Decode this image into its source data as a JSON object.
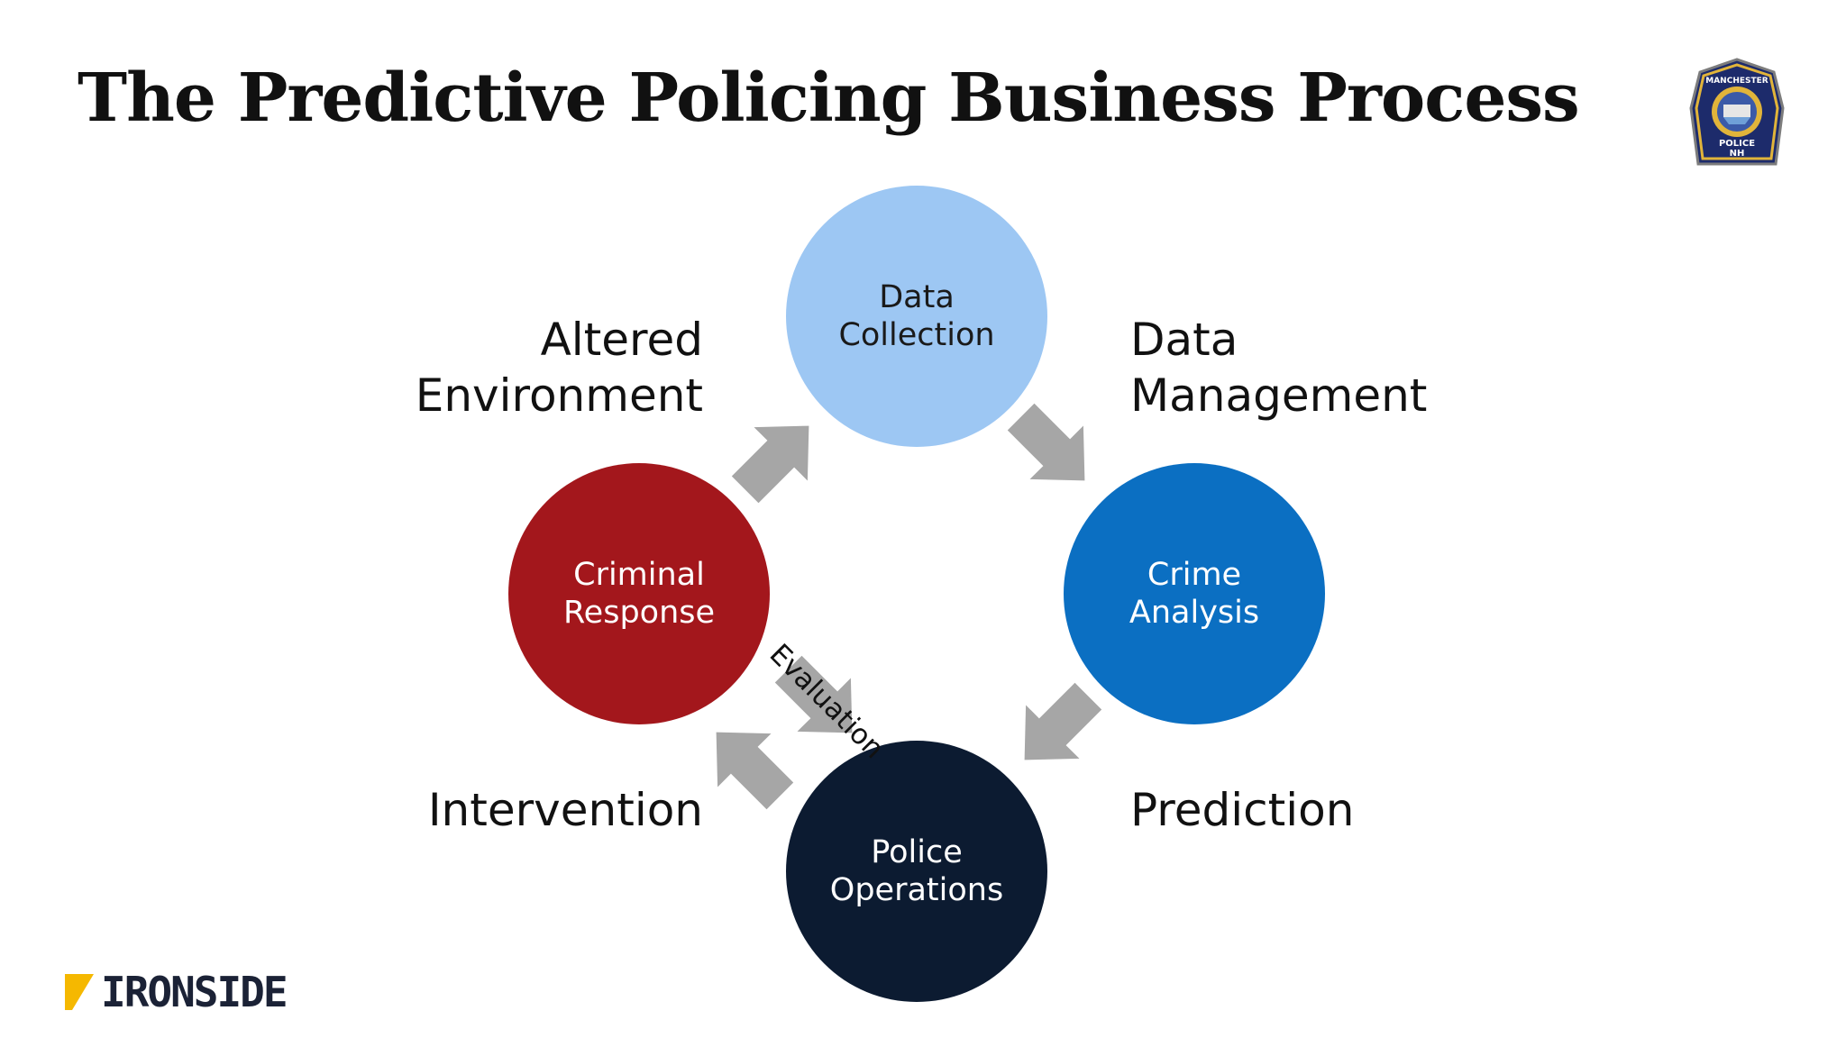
{
  "slide": {
    "title": "The Predictive Policing Business Process"
  },
  "cycle": {
    "nodes": [
      {
        "id": "data-collection",
        "lines": [
          "Data",
          "Collection"
        ],
        "color": "#9dc7f3",
        "text_color": "#1a1a1a"
      },
      {
        "id": "crime-analysis",
        "lines": [
          "Crime",
          "Analysis"
        ],
        "color": "#0b6fc2",
        "text_color": "#ffffff"
      },
      {
        "id": "police-operations",
        "lines": [
          "Police",
          "Operations"
        ],
        "color": "#0c1b31",
        "text_color": "#ffffff"
      },
      {
        "id": "criminal-response",
        "lines": [
          "Criminal",
          "Response"
        ],
        "color": "#a3171c",
        "text_color": "#ffffff"
      }
    ],
    "stages": [
      {
        "id": "data-management",
        "lines": [
          "Data",
          "Management"
        ]
      },
      {
        "id": "prediction",
        "lines": [
          "Prediction"
        ]
      },
      {
        "id": "intervention",
        "lines": [
          "Intervention"
        ]
      },
      {
        "id": "altered-environment",
        "lines": [
          "Altered",
          "Environment"
        ]
      }
    ],
    "feedback_label": "Evaluation",
    "arrow_color": "#a6a6a6"
  },
  "badge": {
    "top_text": "MANCHESTER",
    "bottom_line1": "POLICE",
    "bottom_line2": "NH"
  },
  "brand": {
    "name": "IRONSIDE",
    "accent_color": "#f5b800"
  }
}
